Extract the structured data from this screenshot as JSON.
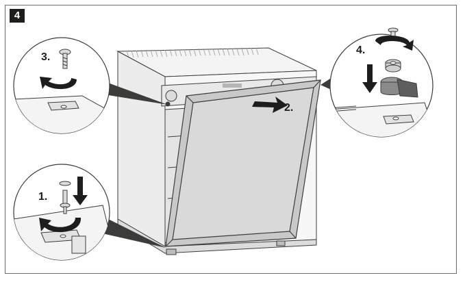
{
  "figure": {
    "step_number": "4",
    "steps": {
      "step1": "1.",
      "step2": "2.",
      "step3": "3.",
      "step4": "4."
    }
  },
  "colors": {
    "outline": "#3c3c3b",
    "door_panel": "#d9d9d9",
    "door_frame": "#c9c9c9",
    "body": "#f2f2f2",
    "arrow": "#1d1d1b",
    "badge": "#1d1d1b"
  },
  "icons": [
    "screw-icon",
    "rotate-arrow-icon",
    "down-arrow-icon",
    "hinge-icon"
  ]
}
